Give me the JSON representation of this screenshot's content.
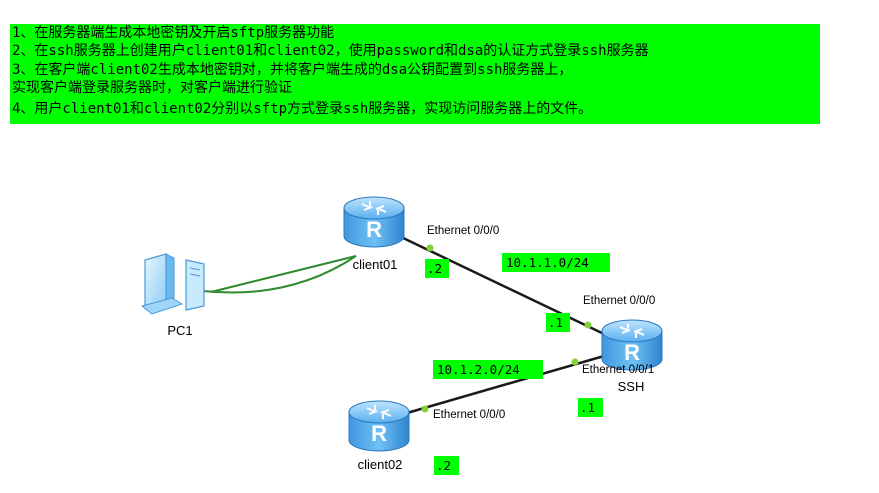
{
  "tasks": [
    "1、在服务器端生成本地密钥及开启sftp服务器功能",
    "2、在ssh服务器上创建用户client01和client02，使用password和dsa的认证方式登录ssh服务器",
    "3、在客户端client02生成本地密钥对，并将客户端生成的dsa公钥配置到ssh服务器上，",
    "    实现客户端登录服务器时，对客户端进行验证",
    "4、用户client01和client02分别以sftp方式登录ssh服务器，实现访问服务器上的文件。"
  ],
  "devices": {
    "pc1": "PC1",
    "client01": "client01",
    "client02": "client02",
    "ssh": "SSH"
  },
  "ports": {
    "client01_e000": "Ethernet 0/0/0",
    "ssh_e000": "Ethernet 0/0/0",
    "ssh_e001": "Ethernet 0/0/1",
    "client02_e000": "Ethernet 0/0/0"
  },
  "tags": {
    "net1": "10.1.1.0/24",
    "net2": "10.1.2.0/24",
    "client01_ip": ".2",
    "ssh_e000_ip": ".1",
    "ssh_e001_ip": ".1",
    "client02_ip": ".2"
  },
  "colors": {
    "highlight": "#00ff00",
    "router_body": "#4fa8e8",
    "serial_link": "#1a1a1a",
    "console_link": "#2e8b2e",
    "port_dot": "#7fd23a"
  },
  "icons": {
    "router": "router-icon",
    "pc": "pc-icon"
  }
}
